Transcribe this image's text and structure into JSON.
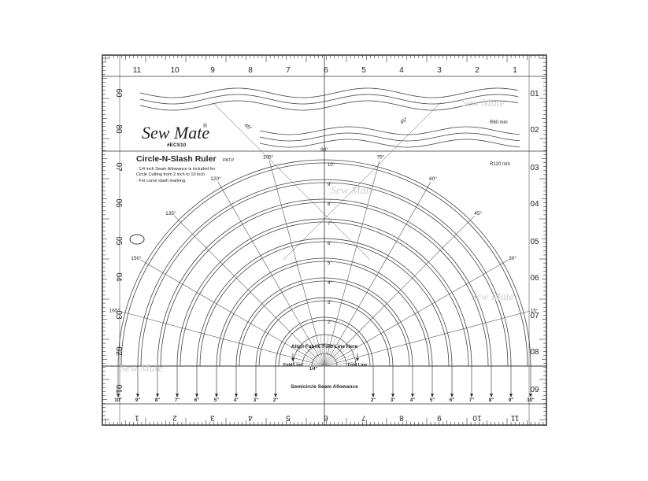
{
  "brand": {
    "name": "Sew Mate",
    "code": "#ECS10",
    "trademark": "®"
  },
  "product": {
    "title": "Circle-N-Slash Ruler",
    "patent": "PAT.P",
    "notes": [
      "· 1/4 inch Seam Allowance is included for",
      "  Circle Cutting from 2 inch to 10 inch.",
      "· For curve slash marking."
    ]
  },
  "radius_labels": {
    "r60": "R60 mm",
    "r120": "R120 mm"
  },
  "wave_angle": "45°",
  "top_inches": [
    "11",
    "10",
    "9",
    "8",
    "7",
    "6",
    "5",
    "4",
    "3",
    "2",
    "1"
  ],
  "bottom_inches": [
    "1",
    "2",
    "3",
    "4",
    "5",
    "6",
    "7",
    "8",
    "9",
    "10",
    "11"
  ],
  "left_cm": [
    "60",
    "80",
    "07",
    "06",
    "05",
    "04",
    "03",
    "02",
    "01"
  ],
  "right_cm": [
    "01",
    "02",
    "03",
    "04",
    "05",
    "06",
    "07",
    "08",
    "09"
  ],
  "angles": [
    "15°",
    "30°",
    "45°",
    "60°",
    "75°",
    "90°",
    "105°",
    "120°",
    "135°",
    "150°",
    "165°"
  ],
  "center_inches": [
    "2\"",
    "3\"",
    "4\"",
    "5\"",
    "6\"",
    "7\"",
    "8\"",
    "9\"",
    "10\""
  ],
  "bottom_marks_left": [
    "10\"",
    "9\"",
    "8\"",
    "7\"",
    "6\"",
    "5\"",
    "4\"",
    "3\"",
    "2\""
  ],
  "bottom_marks_right": [
    "2\"",
    "3\"",
    "4\"",
    "5\"",
    "6\"",
    "7\"",
    "8\"",
    "9\"",
    "10\""
  ],
  "center_texts": {
    "align": "Align Fabric Fold Line Here",
    "fold_left": "Fold Line",
    "fold_right": "Fold Line",
    "quarter": "1/4\"",
    "seam": "Semicircle Seam Allowance"
  },
  "watermarks": [
    "Sew Mate",
    "Sew Mate",
    "Sew Mate",
    "Sew Mate"
  ]
}
